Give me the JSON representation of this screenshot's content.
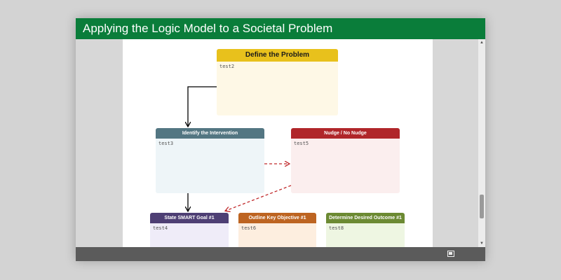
{
  "window": {
    "title": "Applying the Logic Model to a Societal Problem"
  },
  "colors": {
    "title_bar": "#0a7d3a",
    "define_header": "#e8c11c",
    "intervention_header": "#537682",
    "nudge_header": "#b0262a",
    "smart_header": "#4e3f74",
    "objective_header": "#bd6421",
    "outcome_header": "#6c8a33"
  },
  "boxes": {
    "define_problem": {
      "title": "Define the Problem",
      "content": "test2"
    },
    "identify_intervention": {
      "title": "Identify the Intervention",
      "content": "test3"
    },
    "nudge": {
      "title": "Nudge / No Nudge",
      "content": "test5"
    },
    "smart_goal": {
      "title": "State SMART Goal #1",
      "content": "test4"
    },
    "key_objective": {
      "title": "Outline Key Objective #1",
      "content": "test6"
    },
    "desired_outcome": {
      "title": "Determine Desired Outcome #1",
      "content": "test8"
    }
  },
  "icons": {
    "scroll_up": "scroll-up-arrow-icon",
    "scroll_down": "scroll-down-arrow-icon",
    "fullscreen": "fullscreen-icon"
  }
}
